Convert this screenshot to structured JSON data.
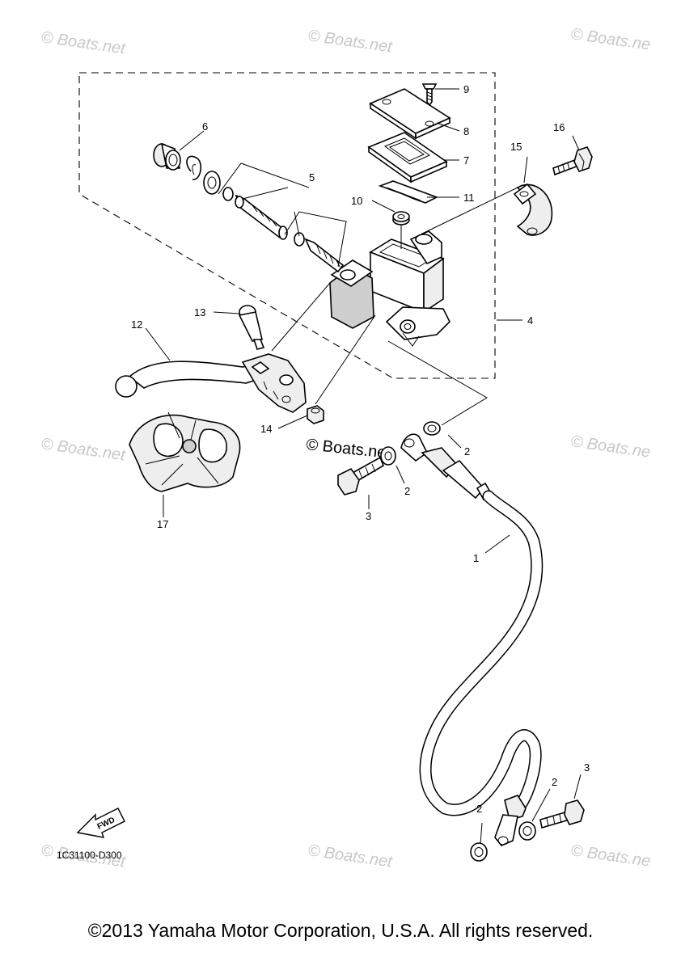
{
  "watermarks": {
    "top_left": "© Boats.net",
    "top_center": "© Boats.net",
    "top_right": "© Boats.ne",
    "mid_left": "© Boats.net",
    "mid_center": "© Boats.net",
    "mid_right": "© Boats.ne",
    "bottom_left": "© Boats.net",
    "bottom_center": "© Boats.net",
    "bottom_right": "© Boats.ne"
  },
  "callouts": {
    "c1": "1",
    "c2a": "2",
    "c2b": "2",
    "c2c": "2",
    "c2d": "2",
    "c3a": "3",
    "c3b": "3",
    "c4": "4",
    "c5": "5",
    "c6": "6",
    "c7": "7",
    "c8": "8",
    "c9": "9",
    "c10": "10",
    "c11": "11",
    "c12": "12",
    "c13": "13",
    "c14": "14",
    "c15": "15",
    "c16": "16",
    "c17": "17"
  },
  "fwd_label": "FWD",
  "diagram_code": "1C31100-D300",
  "copyright": "©2013 Yamaha Motor Corporation, U.S.A. All rights reserved."
}
